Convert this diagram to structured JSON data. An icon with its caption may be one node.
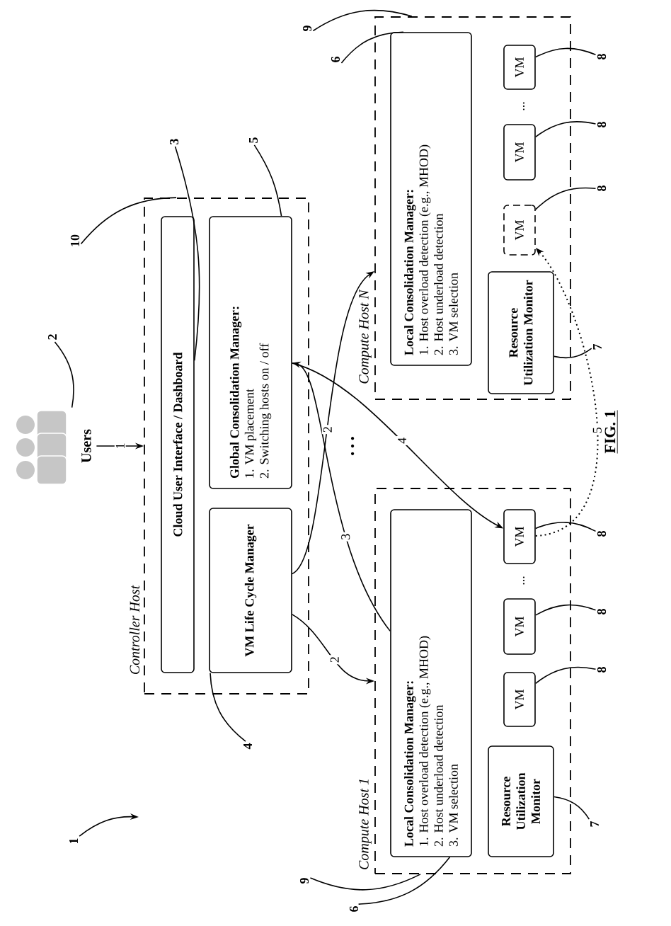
{
  "diagram": {
    "nodes": [
      {
        "text": [
          "Users"
        ]
      },
      {
        "text": [
          "Controller Host"
        ]
      },
      {
        "text": [
          "Cloud User Interface / Dashboard"
        ],
        "in": 1
      },
      {
        "text": [
          "Global Consolidation Manager:",
          "1. VM placement",
          "2. Switching hosts on / off"
        ],
        "in": 1
      },
      {
        "text": [
          "VM Life Cycle Manager"
        ],
        "in": 1
      },
      {
        "text": [
          "Compute Host N"
        ]
      },
      {
        "text": [
          "Local Consolidation Manager:",
          "1. Host overload detection (e.g., MHOD)",
          "2. Host underload detection",
          "3. VM selection"
        ],
        "in": 5
      },
      {
        "text": [
          "Resource Utilization Monitor"
        ],
        "in": 5
      },
      {
        "text": [
          "VM"
        ],
        "in": 5
      },
      {
        "text": [
          "VM"
        ],
        "in": 5
      },
      {
        "text": [
          "VM"
        ],
        "in": 5
      },
      {
        "text": [
          "Compute Host 1"
        ]
      },
      {
        "text": [
          "Local Consolidation Manager:",
          "1. Host overload detection (e.g., MHOD)",
          "2. Host underload detection",
          "3. VM selection"
        ],
        "in": 11
      },
      {
        "text": [
          "Resource Utilization Monitor"
        ],
        "in": 11
      },
      {
        "text": [
          "VM"
        ],
        "in": 11
      },
      {
        "text": [
          "VM"
        ],
        "in": 11
      },
      {
        "text": [
          "VM"
        ],
        "in": 11
      },
      {
        "text": [
          "1"
        ]
      },
      {
        "text": [
          "2"
        ]
      },
      {
        "text": [
          "3"
        ]
      },
      {
        "text": [
          "5"
        ]
      },
      {
        "text": [
          "10"
        ]
      },
      {
        "text": [
          "4"
        ]
      },
      {
        "text": [
          "9"
        ]
      },
      {
        "text": [
          "6"
        ]
      },
      {
        "text": [
          "9"
        ]
      },
      {
        "text": [
          "6"
        ]
      },
      {
        "text": [
          "7"
        ]
      },
      {
        "text": [
          "7"
        ]
      },
      {
        "text": [
          "8"
        ]
      },
      {
        "text": [
          "8"
        ]
      },
      {
        "text": [
          "8"
        ]
      },
      {
        "text": [
          "8"
        ]
      },
      {
        "text": [
          "8"
        ]
      },
      {
        "text": [
          "8"
        ]
      }
    ],
    "edges": [
      {
        "from": 0,
        "to": 1,
        "arrow": "to",
        "label": "1"
      },
      {
        "from": 4,
        "to": 5,
        "arrow": "to",
        "label": "2"
      },
      {
        "from": 4,
        "to": 11,
        "arrow": "to",
        "label": "2"
      },
      {
        "from": 12,
        "to": 3,
        "arrow": "to",
        "label": "3"
      },
      {
        "from": 3,
        "to": 16,
        "arrow": "to",
        "label": "4"
      },
      {
        "from": 16,
        "to": 8,
        "arrow": "to",
        "label": "5",
        "style": "dashed"
      },
      {
        "from": 17,
        "to": null,
        "arrow": "to"
      },
      {
        "from": 18,
        "to": 0,
        "arrow": "none"
      },
      {
        "from": 19,
        "to": 2,
        "arrow": "none"
      },
      {
        "from": 20,
        "to": 3,
        "arrow": "none"
      },
      {
        "from": 21,
        "to": 1,
        "arrow": "none"
      },
      {
        "from": 22,
        "to": 4,
        "arrow": "none"
      },
      {
        "from": 23,
        "to": 5,
        "arrow": "none"
      },
      {
        "from": 24,
        "to": 6,
        "arrow": "none"
      },
      {
        "from": 25,
        "to": 11,
        "arrow": "none"
      },
      {
        "from": 26,
        "to": 12,
        "arrow": "none"
      },
      {
        "from": 27,
        "to": 7,
        "arrow": "none"
      },
      {
        "from": 28,
        "to": 13,
        "arrow": "none"
      },
      {
        "from": 29,
        "to": 8,
        "arrow": "none"
      },
      {
        "from": 30,
        "to": 9,
        "arrow": "none"
      },
      {
        "from": 31,
        "to": 10,
        "arrow": "none"
      },
      {
        "from": 32,
        "to": 16,
        "arrow": "none"
      },
      {
        "from": 33,
        "to": 15,
        "arrow": "none"
      },
      {
        "from": 34,
        "to": 14,
        "arrow": "none"
      }
    ],
    "labels": [
      "...",
      "...",
      "• • •",
      "FIG. 1"
    ]
  }
}
